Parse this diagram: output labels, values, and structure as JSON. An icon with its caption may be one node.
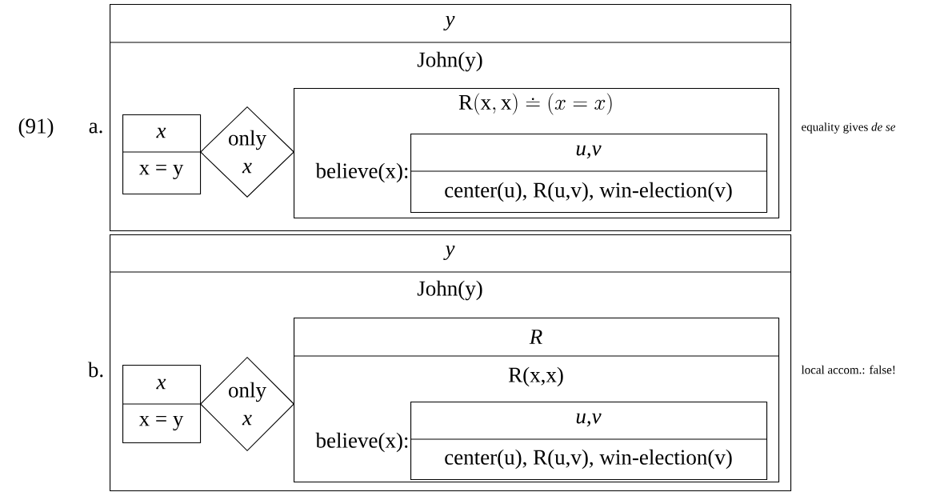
{
  "diagram": {
    "nodes": [
      {
        "text": [
          "y",
          "John(y)"
        ]
      },
      {
        "text": [
          "x",
          "x = y"
        ],
        "in": 0
      },
      {
        "text": [
          "only",
          "x"
        ],
        "in": 0
      },
      {
        "text": [
          "\\mathrm{R(x,x)}\\doteq (x = x)",
          "believe(x):"
        ],
        "in": 0
      },
      {
        "text": [
          "u,v",
          "center(u), R(u,v), win-election(v)"
        ],
        "in": 3
      },
      {
        "text": [
          "y",
          "John(y)"
        ]
      },
      {
        "text": [
          "x",
          "x = y"
        ],
        "in": 5
      },
      {
        "text": [
          "only",
          "x"
        ],
        "in": 5
      },
      {
        "text": [
          "R",
          "R(x,x)",
          "believe(x):"
        ],
        "in": 5
      },
      {
        "text": [
          "u,v",
          "center(u), R(u,v), win-election(v)"
        ],
        "in": 8
      }
    ],
    "labels": [
      "(91)",
      "a.",
      "equality gives *de se*",
      "b.",
      "local accom.: false!"
    ]
  }
}
